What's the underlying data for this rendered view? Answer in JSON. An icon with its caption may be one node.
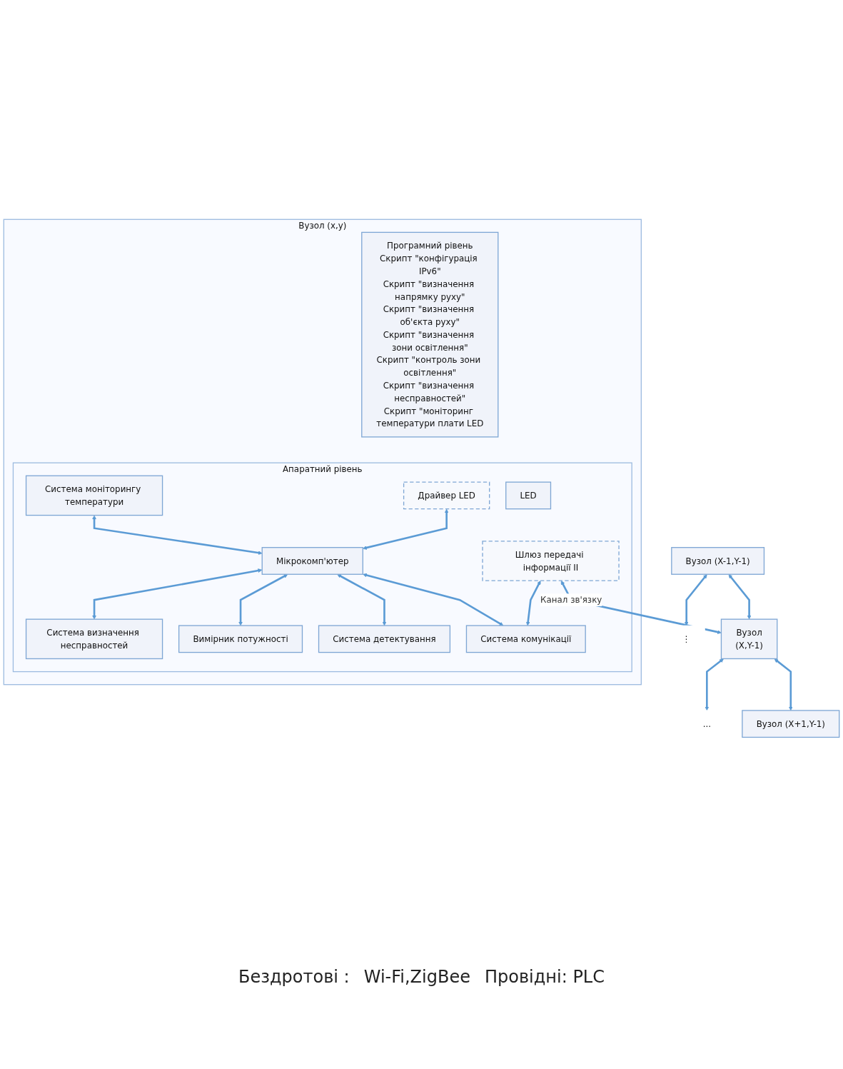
{
  "diagram": {
    "nodes": [
      {
        "text": [
          "Вузол (x,y)"
        ]
      },
      {
        "text": [
          "Програмний рівень",
          "Скрипт \"конфігурація IPv6\"",
          "Скрипт \"визначення напрямку руху\"",
          "Скрипт \"визначення об'єкта руху\"",
          "Скрипт \"визначення зони освітлення\"",
          "Скрипт \"контроль зони освітлення\"",
          "Скрипт \"визначення несправностей\"",
          "Скрипт \"моніторинг температури плати LED"
        ],
        "in": 0
      },
      {
        "text": [
          "Апаратний рівень"
        ],
        "in": 0
      },
      {
        "text": [
          "Система моніторингу температури"
        ],
        "in": 2
      },
      {
        "text": [
          "Драйвер LED"
        ],
        "in": 2
      },
      {
        "text": [
          "LED"
        ],
        "in": 2
      },
      {
        "text": [
          "Система визначення несправностей"
        ],
        "in": 2
      },
      {
        "text": [
          "Мікрокомп'ютер"
        ],
        "in": 2
      },
      {
        "text": [
          "Шлюз передачі інформації II"
        ],
        "in": 2
      },
      {
        "text": [
          "Вимірник потужності"
        ],
        "in": 2
      },
      {
        "text": [
          "Система детектування"
        ],
        "in": 2
      },
      {
        "text": [
          "Система комунікації"
        ],
        "in": 2
      },
      {
        "text": [
          "⋮"
        ]
      },
      {
        "text": [
          "Вузол (X-1,Y-1)"
        ]
      },
      {
        "text": [
          "Вузол",
          "(X,Y-1)"
        ]
      },
      {
        "text": [
          "Вузол (X+1,Y-1)"
        ]
      },
      {
        "text": [
          "..."
        ]
      }
    ],
    "edges": [
      {
        "from": 3,
        "to": 7,
        "arrow": "both"
      },
      {
        "from": 4,
        "to": 7,
        "arrow": "both"
      },
      {
        "from": 6,
        "to": 7,
        "arrow": "both"
      },
      {
        "from": 7,
        "to": 9,
        "arrow": "both"
      },
      {
        "from": 7,
        "to": 10,
        "arrow": "both"
      },
      {
        "from": 7,
        "to": 11,
        "arrow": "both"
      },
      {
        "from": 8,
        "to": 11,
        "arrow": "both"
      },
      {
        "from": 8,
        "to": 14,
        "arrow": "both",
        "label": "Канал зв'язку"
      },
      {
        "from": 13,
        "to": 12,
        "arrow": "both"
      },
      {
        "from": 13,
        "to": 14,
        "arrow": "both"
      },
      {
        "from": 14,
        "to": 16,
        "arrow": "both"
      },
      {
        "from": 14,
        "to": 15,
        "arrow": "both"
      }
    ],
    "labels": [
      "Бездротові :",
      "Wi-Fi,ZigBee",
      "Провідні: PLC"
    ]
  }
}
